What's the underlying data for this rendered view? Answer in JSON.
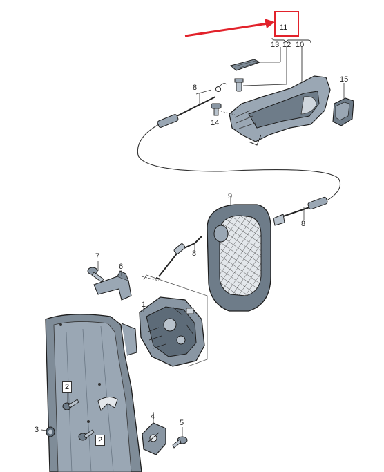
{
  "labels": {
    "p1": "1",
    "p2a": "2",
    "p2b": "2",
    "p3": "3",
    "p4": "4",
    "p5": "5",
    "p6": "6",
    "p7": "7",
    "p8a": "8",
    "p8b": "8",
    "p8c": "8",
    "p9": "9",
    "p10": "10",
    "p11": "11",
    "p12": "12",
    "p13": "13",
    "p14": "14",
    "p15": "15"
  },
  "colors": {
    "highlight": "#e2222b",
    "part_fill": "#9aa7b4",
    "part_dark": "#5d6b78",
    "outline": "#1e1e1e"
  }
}
